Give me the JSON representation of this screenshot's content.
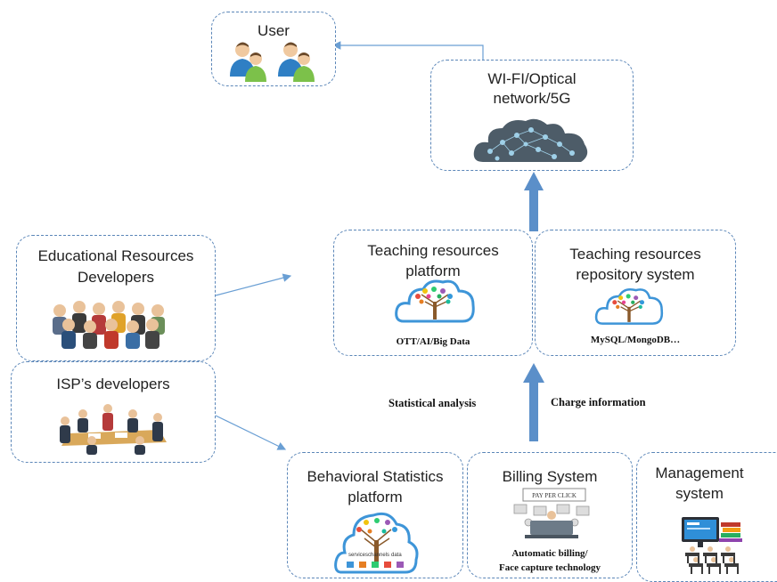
{
  "nodes": {
    "user": {
      "label": "User"
    },
    "network": {
      "label_line1": "WI-FI/Optical",
      "label_line2": "network/5G"
    },
    "edu_dev": {
      "label_line1": "Educational Resources",
      "label_line2": "Developers"
    },
    "isp_dev": {
      "label": "ISP’s developers"
    },
    "platform": {
      "label_line1": "Teaching resources",
      "label_line2": "platform",
      "sub": "OTT/AI/Big Data"
    },
    "repository": {
      "label_line1": "Teaching resources",
      "label_line2": "repository system",
      "sub": "MySQL/MongoDB…"
    },
    "behavioral": {
      "label_line1": "Behavioral Statistics",
      "label_line2": "platform",
      "cloud_words": [
        "services",
        "channels",
        "data"
      ]
    },
    "billing": {
      "label": "Billing System",
      "sub_line1": "Automatic billing/",
      "sub_line2": "Face capture technology",
      "sign": "PAY PER CLICK"
    },
    "management": {
      "label_line1": "Management",
      "label_line2": "system"
    }
  },
  "edge_labels": {
    "statistical": "Statistical analysis",
    "charge": "Charge information"
  },
  "colors": {
    "border": "#5b86b8",
    "arrow_thick": "#5b8fc9",
    "arrow_thin": "#6a9fd4",
    "cloud": "#3e95d8",
    "tree": "#8a5a2b"
  }
}
